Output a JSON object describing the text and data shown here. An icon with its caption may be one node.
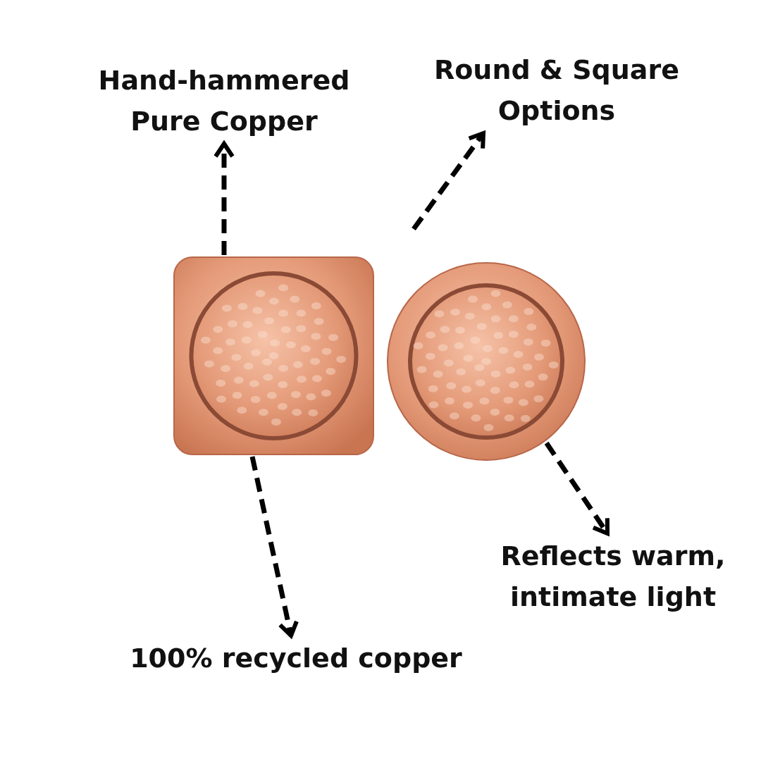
{
  "diagram": {
    "nodes": [
      {
        "text": [
          "Hand-hammered Pure Copper"
        ]
      },
      {
        "text": [
          "Round & Square Options"
        ]
      },
      {
        "text": [],
        "shape": "picture"
      },
      {
        "text": [],
        "shape": "picture"
      },
      {
        "text": [
          "Reflects warm, intimate light"
        ]
      },
      {
        "text": [
          "100% recycled copper"
        ]
      }
    ],
    "edges": [
      {
        "from": 2,
        "to": 0,
        "arrow": "to",
        "style": "dashed"
      },
      {
        "from": null,
        "to": 1,
        "arrow": "to",
        "style": "dashed"
      },
      {
        "from": 3,
        "to": 4,
        "arrow": "to",
        "style": "dashed"
      },
      {
        "from": 2,
        "to": 5,
        "arrow": "to",
        "style": "dashed"
      }
    ]
  }
}
